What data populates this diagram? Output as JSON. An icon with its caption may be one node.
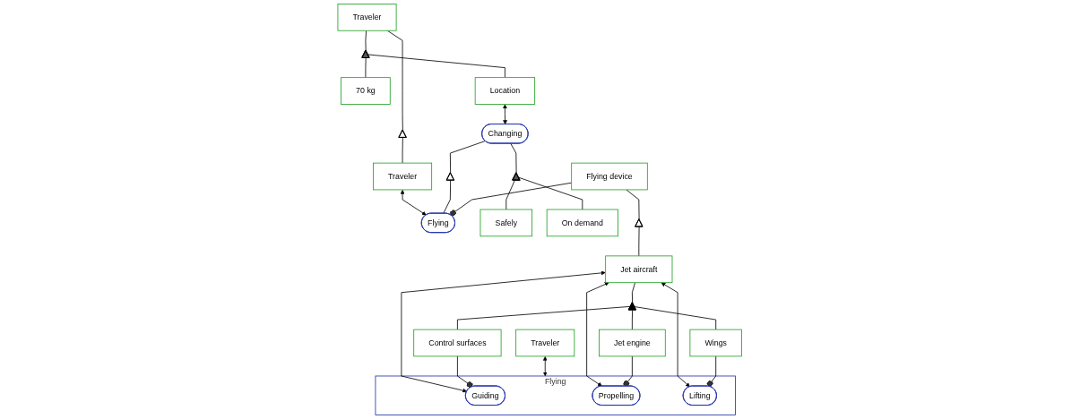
{
  "diagram": {
    "nodes": [
      {
        "text": [
          "Traveler"
        ]
      },
      {
        "text": [],
        "shape": "triangle"
      },
      {
        "text": [],
        "shape": "triangle"
      },
      {
        "text": [
          "Traveler"
        ]
      },
      {
        "text": [
          "70 kg"
        ]
      },
      {
        "text": [
          "Location"
        ]
      },
      {
        "text": [
          "Changing"
        ]
      },
      {
        "text": [],
        "shape": "triangle"
      },
      {
        "text": [],
        "shape": "triangle"
      },
      {
        "text": [
          "Flying"
        ]
      },
      {
        "text": [
          "Safely"
        ]
      },
      {
        "text": [
          "On demand"
        ]
      },
      {
        "text": [
          "Flying device"
        ]
      },
      {
        "text": [],
        "shape": "triangle"
      },
      {
        "text": [
          "Traveler"
        ]
      },
      {
        "text": [
          "Flying"
        ]
      },
      {
        "text": [
          "Guiding"
        ],
        "in": 15
      },
      {
        "text": [
          "Propelling"
        ],
        "in": 15
      },
      {
        "text": [
          "Lifting"
        ],
        "in": 15
      },
      {
        "text": [
          "Jet aircraft"
        ]
      },
      {
        "text": [
          "Wings"
        ]
      },
      {
        "text": [
          "Jet engine"
        ]
      },
      {
        "text": [
          "Control surfaces"
        ]
      },
      {
        "text": [],
        "shape": "triangle"
      }
    ],
    "edges": [
      {
        "from": 0,
        "to": 1,
        "arrow": "none"
      },
      {
        "from": 1,
        "to": 4,
        "arrow": "none"
      },
      {
        "from": 1,
        "to": 5,
        "arrow": "none"
      },
      {
        "from": 0,
        "to": 2,
        "arrow": "none"
      },
      {
        "from": 2,
        "to": 3,
        "arrow": "none"
      },
      {
        "from": 5,
        "to": 6,
        "arrow": "both"
      },
      {
        "from": 3,
        "to": 9,
        "arrow": "both"
      },
      {
        "from": 6,
        "to": 7,
        "arrow": "none"
      },
      {
        "from": 7,
        "to": 10,
        "arrow": "none"
      },
      {
        "from": 7,
        "to": 11,
        "arrow": "none"
      },
      {
        "from": 6,
        "to": 8,
        "arrow": "none"
      },
      {
        "from": 8,
        "to": 9,
        "arrow": "none"
      },
      {
        "from": 12,
        "to": 9,
        "arrow": "other"
      },
      {
        "from": 12,
        "to": 13,
        "arrow": "none"
      },
      {
        "from": 13,
        "to": 19,
        "arrow": "none"
      },
      {
        "from": 14,
        "to": 15,
        "arrow": "both"
      },
      {
        "from": 19,
        "to": 16,
        "arrow": "both"
      },
      {
        "from": 19,
        "to": 17,
        "arrow": "both"
      },
      {
        "from": 19,
        "to": 18,
        "arrow": "both"
      },
      {
        "from": 20,
        "to": 18,
        "arrow": "other"
      },
      {
        "from": 21,
        "to": 17,
        "arrow": "other"
      },
      {
        "from": 22,
        "to": 16,
        "arrow": "other"
      },
      {
        "from": 19,
        "to": 23,
        "arrow": "none"
      },
      {
        "from": 23,
        "to": 20,
        "arrow": "none"
      },
      {
        "from": 23,
        "to": 21,
        "arrow": "none"
      },
      {
        "from": 23,
        "to": 22,
        "arrow": "none"
      }
    ]
  }
}
